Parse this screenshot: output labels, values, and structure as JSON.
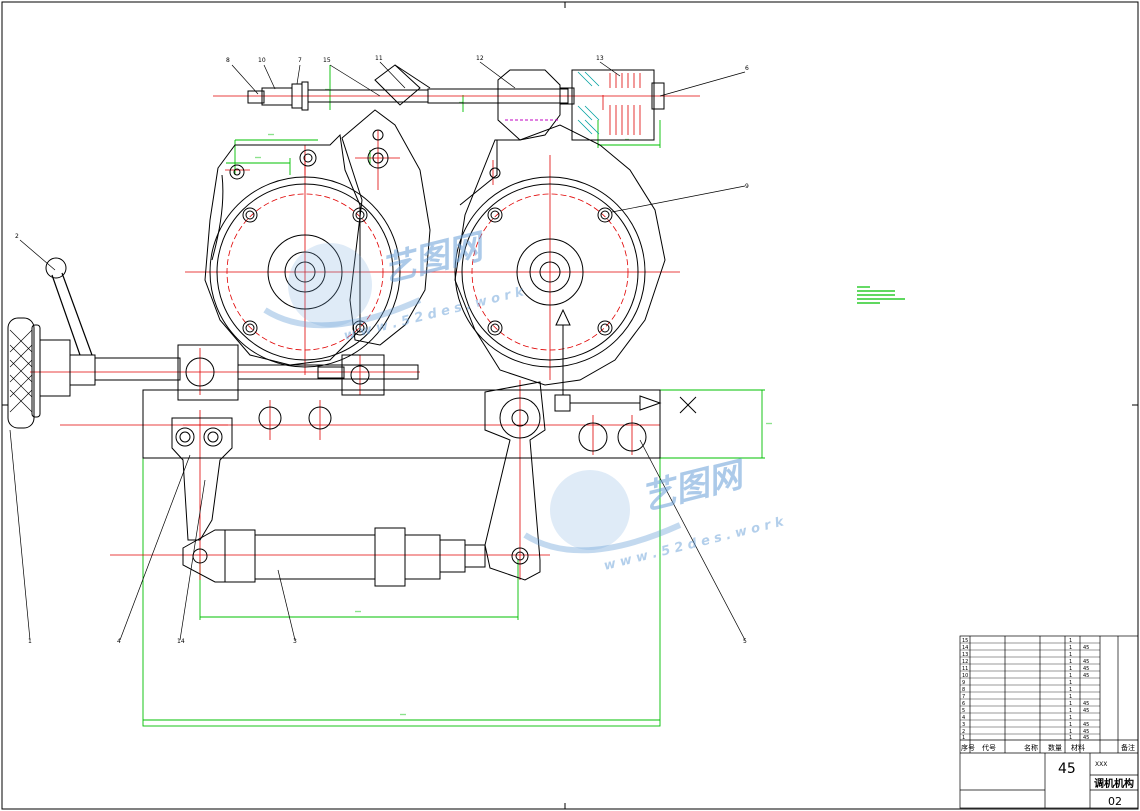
{
  "watermarks": [
    {
      "brand": "艺图网",
      "url": "w w w . 5 2 d e s . w o r k"
    },
    {
      "brand": "艺图网",
      "url": "w w w . 5 2 d e s . w o r k"
    }
  ],
  "balloons": [
    "1",
    "2",
    "3",
    "4",
    "5",
    "6",
    "7",
    "8",
    "9",
    "10",
    "11",
    "12",
    "13",
    "14",
    "15"
  ],
  "title_block": {
    "header": {
      "no": "序号",
      "code": "代号",
      "name": "名称",
      "qty": "数量",
      "material": "材料",
      "remark": "备注"
    },
    "part_numbers": [
      "15",
      "14",
      "13",
      "12",
      "11",
      "10",
      "9",
      "8",
      "7",
      "6",
      "5",
      "4",
      "3",
      "2",
      "1"
    ],
    "qty_col": [
      "1",
      "1",
      "1",
      "1",
      "1",
      "1",
      "1",
      "1",
      "1",
      "1",
      "1",
      "1",
      "1",
      "1",
      "1"
    ],
    "material_col": [
      "",
      "45",
      "",
      "45",
      "45",
      "45",
      "",
      "",
      "",
      "45",
      "45",
      "",
      "45",
      "45",
      "45"
    ],
    "material_big": "45",
    "assembly_name": "调机机构",
    "drawing_no": "02",
    "small_code": "XXX"
  }
}
